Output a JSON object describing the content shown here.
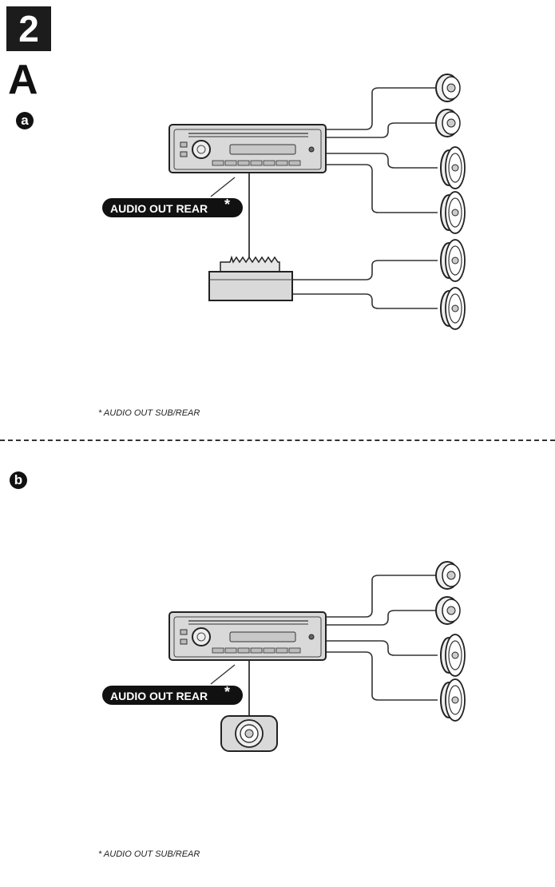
{
  "header": {
    "step_number": "2",
    "section_letter": "A"
  },
  "section_a": {
    "badge": "a",
    "output_label": "AUDIO OUT REAR",
    "asterisk": "*",
    "footnote": "* AUDIO OUT SUB/REAR"
  },
  "section_b": {
    "badge": "b",
    "output_label": "AUDIO OUT REAR",
    "asterisk": "*",
    "footnote": "* AUDIO OUT SUB/REAR"
  },
  "colors": {
    "badge_bg": "#111111",
    "unit_fill": "#d9d9d9",
    "line": "#333333"
  }
}
